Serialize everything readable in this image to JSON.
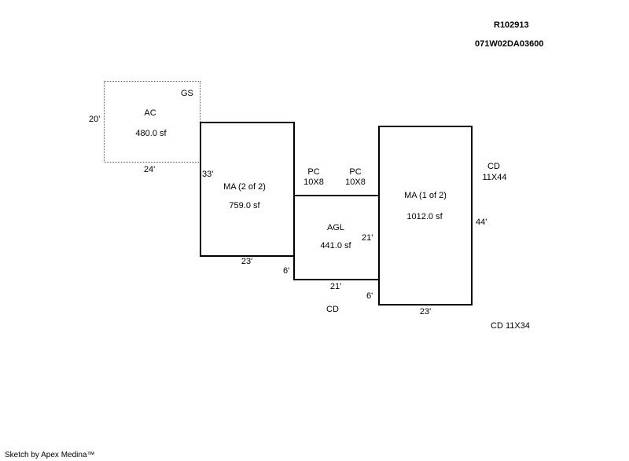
{
  "header": {
    "parcel_id": "R102913",
    "map_number": "071W02DA03600"
  },
  "areas": {
    "ac": {
      "code": "AC",
      "area": "480.0 sf",
      "tag": "GS",
      "width": "24'",
      "depth": "20'"
    },
    "ma2": {
      "code": "MA (2 of 2)",
      "area": "759.0 sf",
      "width": "23'",
      "depth": "33'"
    },
    "agl": {
      "code": "AGL",
      "area": "441.0 sf",
      "width": "21'",
      "depth": "21'"
    },
    "ma1": {
      "code": "MA (1 of 2)",
      "area": "1012.0 sf",
      "width": "23'",
      "depth": "44'"
    }
  },
  "annotations": {
    "pc_left_line1": "PC",
    "pc_left_line2": "10X8",
    "pc_right_line1": "PC",
    "pc_right_line2": "10X8",
    "cd_right_line1": "CD",
    "cd_right_line2": "11X44",
    "cd_bottom": "CD",
    "cd_bottom_right": "CD 11X34",
    "offset_left": "6'",
    "offset_mid": "6'"
  },
  "footer": {
    "credit": "Sketch by Apex Medina™"
  }
}
